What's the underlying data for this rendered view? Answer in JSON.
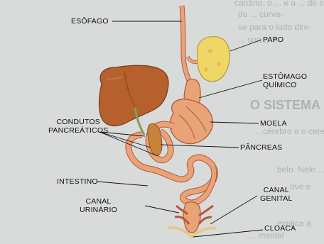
{
  "labels": {
    "esofago": "ESÔFAGO",
    "papo": "PAPO",
    "estomago_line1": "ESTÔMAGO",
    "estomago_line2": "QUÍMICO",
    "condutos_line1": "CONDUTOS",
    "condutos_line2": "PANCREÁTICOS",
    "moela": "MOELA",
    "pancreas": "PÂNCREAS",
    "intestino": "INTESTINO",
    "canal_urinario_line1": "CANAL",
    "canal_urinario_line2": "URINÁRIO",
    "canal_genital_line1": "CANAL",
    "canal_genital_line2": "GENITAL",
    "cloaca": "CLOACA"
  },
  "background_text": {
    "top_right_1": "canário, o ... e a ... de sua",
    "top_right_2": "do ... curva-",
    "top_right_3": "se para o lado dire-",
    "top_right_4": "... sua ... A",
    "heading": "O SISTEMA",
    "body_1": "...cérebro e o cere-",
    "body_2": "belo. Nele ... centros coordena-",
    "body_3": "...ove e",
    "bottom_1": "...explica a",
    "bottom_2": "... mental"
  },
  "colors": {
    "background": "#d9dbdb",
    "organ_fill": "#e8a377",
    "organ_stroke": "#b5573a",
    "liver": "#b5602d",
    "papo": "#eed766",
    "pancreas": "#c9823c",
    "gallbladder": "#7fa05a"
  }
}
